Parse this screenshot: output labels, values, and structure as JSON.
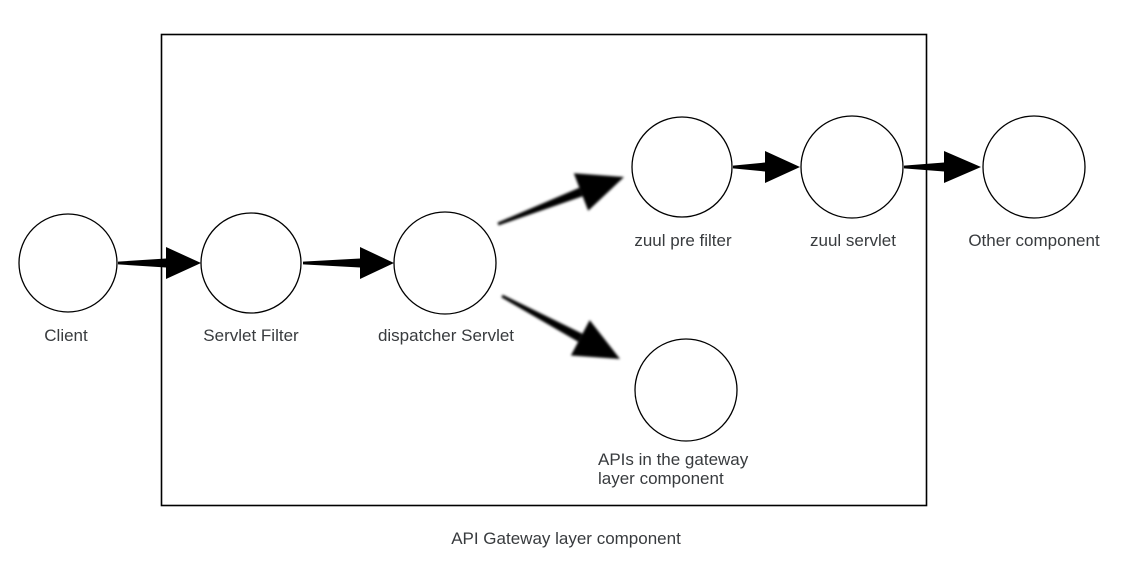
{
  "diagram": {
    "type": "flow-diagram",
    "boundary_label": "API Gateway layer component",
    "nodes": [
      {
        "id": "client",
        "label": "Client",
        "inside_boundary": false
      },
      {
        "id": "servlet-filter",
        "label": "Servlet Filter",
        "inside_boundary": true
      },
      {
        "id": "dispatcher-servlet",
        "label": "dispatcher Servlet",
        "inside_boundary": true
      },
      {
        "id": "zuul-pre-filter",
        "label": "zuul pre filter",
        "inside_boundary": true
      },
      {
        "id": "zuul-servlet",
        "label": "zuul servlet",
        "inside_boundary": true
      },
      {
        "id": "other-component",
        "label": "Other component",
        "inside_boundary": false
      },
      {
        "id": "apis-in-gateway",
        "label": "APIs in the gateway layer component",
        "inside_boundary": true
      }
    ],
    "edges": [
      {
        "from": "client",
        "to": "servlet-filter"
      },
      {
        "from": "servlet-filter",
        "to": "dispatcher-servlet"
      },
      {
        "from": "dispatcher-servlet",
        "to": "zuul-pre-filter"
      },
      {
        "from": "dispatcher-servlet",
        "to": "apis-in-gateway"
      },
      {
        "from": "zuul-pre-filter",
        "to": "zuul-servlet"
      },
      {
        "from": "zuul-servlet",
        "to": "other-component"
      }
    ],
    "colors": {
      "background": "#ffffff",
      "node_fill": "#ffffff",
      "node_stroke": "#000000",
      "arrow": "#000000",
      "boundary_stroke": "#000000",
      "text": "#383b3e"
    }
  }
}
